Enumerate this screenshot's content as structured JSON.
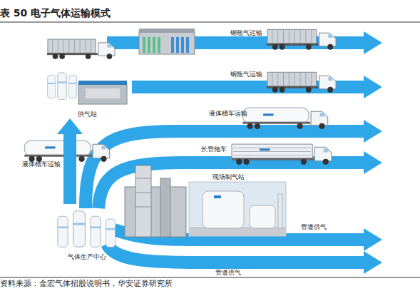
{
  "diagram": {
    "title": "表 50 电子气体运输模式",
    "caption": "资料来源：金宏气体招股说明书，华安证券研究所",
    "nodes": [
      {
        "text": [
          "气体生产中心"
        ]
      },
      {
        "text": [
          "供气站"
        ]
      }
    ],
    "edges": [
      {
        "from": 0,
        "to": 1,
        "arrow": "to",
        "label": "液体槽车运输"
      }
    ],
    "labels": [
      "钢瓶气运输",
      "钢瓶气运输",
      "液体槽车运输",
      "长管拖车",
      "现场制气站",
      "管道供气",
      "管道供气"
    ]
  }
}
